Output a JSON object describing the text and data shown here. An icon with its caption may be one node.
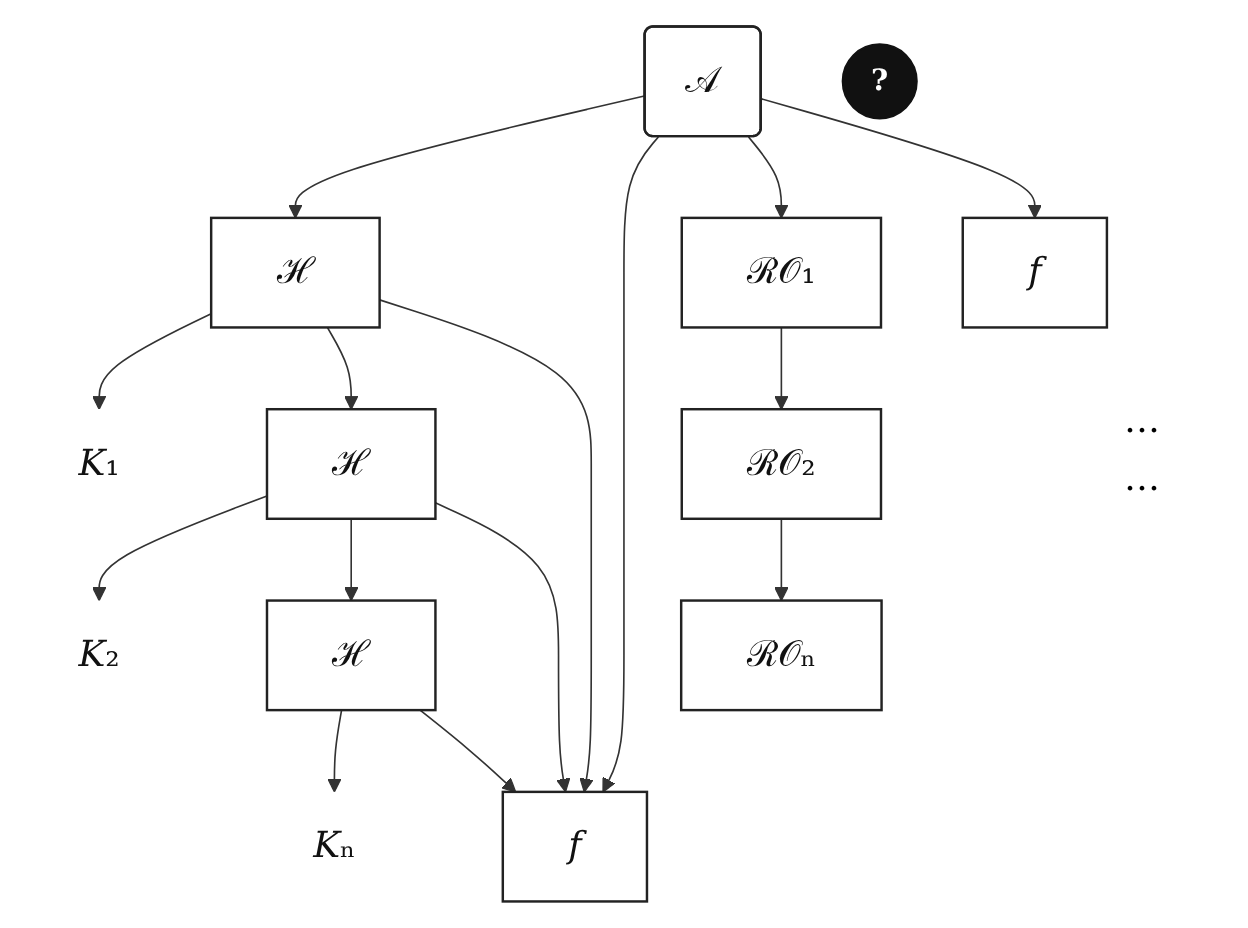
{
  "diagram": {
    "nodes": [
      {
        "text": [
          "𝒜"
        ]
      },
      {
        "text": [
          "ℋ"
        ]
      },
      {
        "text": [
          "ℋ"
        ]
      },
      {
        "text": [
          "ℋ"
        ]
      },
      {
        "text": [
          "𝑓"
        ]
      },
      {
        "text": [
          "?"
        ]
      },
      {
        "text": [
          "ℛ𝒪₁"
        ]
      },
      {
        "text": [
          "ℛ𝒪₂"
        ]
      },
      {
        "text": [
          "ℛ𝒪ₙ"
        ]
      },
      {
        "text": [
          "𝑓"
        ]
      },
      {
        "text": [
          "𝐾₁"
        ]
      },
      {
        "text": [
          "𝐾₂"
        ]
      },
      {
        "text": [
          "𝐾ₙ"
        ]
      }
    ],
    "edges": [
      {
        "from": 0,
        "to": 1,
        "arrow": "to"
      },
      {
        "from": 0,
        "to": 4,
        "arrow": "to"
      },
      {
        "from": 0,
        "to": 6,
        "arrow": "to"
      },
      {
        "from": 0,
        "to": 9,
        "arrow": "to"
      },
      {
        "from": 1,
        "to": 10,
        "arrow": "to"
      },
      {
        "from": 2,
        "to": 11,
        "arrow": "to"
      },
      {
        "from": 3,
        "to": 12,
        "arrow": "to"
      },
      {
        "from": 1,
        "to": 2,
        "arrow": "to"
      },
      {
        "from": 2,
        "to": 3,
        "arrow": "to"
      },
      {
        "from": 1,
        "to": 4,
        "arrow": "to"
      },
      {
        "from": 2,
        "to": 4,
        "arrow": "to"
      },
      {
        "from": 3,
        "to": 4,
        "arrow": "to"
      },
      {
        "from": 6,
        "to": 7,
        "arrow": "to"
      },
      {
        "from": 7,
        "to": 8,
        "arrow": "to"
      }
    ],
    "labels": [
      "…",
      "…"
    ]
  }
}
